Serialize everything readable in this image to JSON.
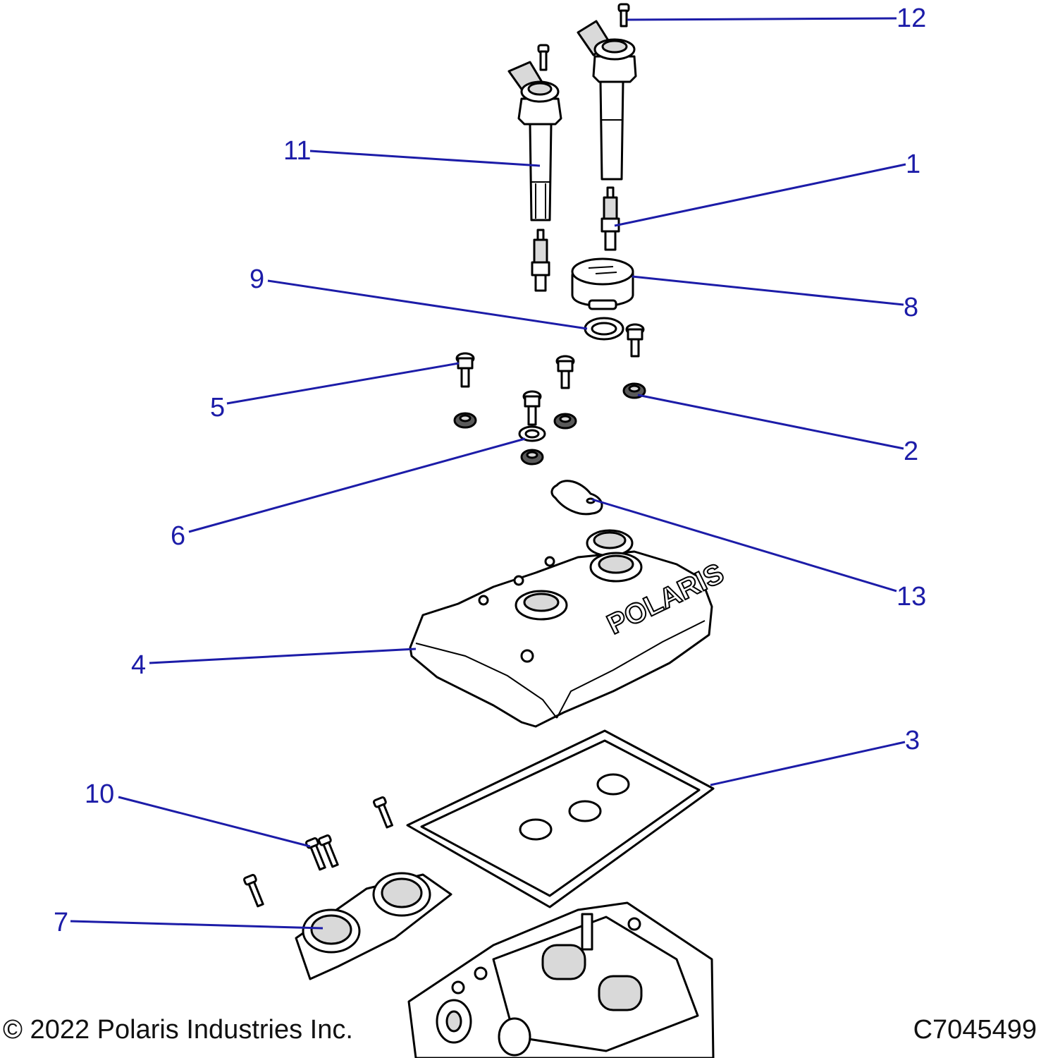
{
  "callouts": [
    {
      "id": "1",
      "label": "1"
    },
    {
      "id": "2",
      "label": "2"
    },
    {
      "id": "3",
      "label": "3"
    },
    {
      "id": "4",
      "label": "4"
    },
    {
      "id": "5",
      "label": "5"
    },
    {
      "id": "6",
      "label": "6"
    },
    {
      "id": "7",
      "label": "7"
    },
    {
      "id": "8",
      "label": "8"
    },
    {
      "id": "9",
      "label": "9"
    },
    {
      "id": "10",
      "label": "10"
    },
    {
      "id": "11",
      "label": "11"
    },
    {
      "id": "12",
      "label": "12"
    },
    {
      "id": "13",
      "label": "13"
    }
  ],
  "footer": {
    "copyright": "© 2022 Polaris Industries Inc.",
    "drawing_number": "C7045499"
  },
  "logo_text": "POLARIS",
  "colors": {
    "callout": "#1c1ca8",
    "line_art": "#000000",
    "background": "#ffffff"
  }
}
